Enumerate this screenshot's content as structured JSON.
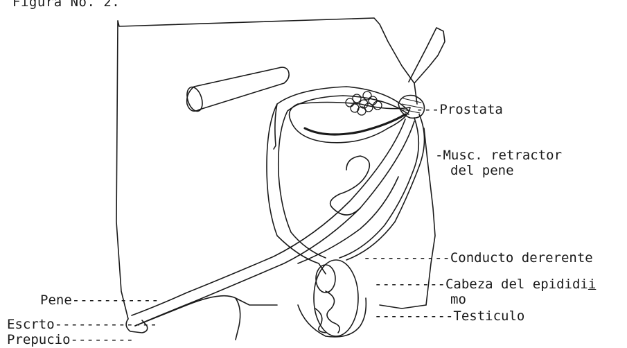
{
  "figure": {
    "caption": "Figura No. 2."
  },
  "labels": {
    "prostata": "---Prostata",
    "musc_retractor_line1": "-Musc. retractor",
    "musc_retractor_line2": "del pene",
    "conducto_dererente": "-----------Conducto dererente",
    "cabeza_epididimo_prefix": "---------Cabeza del epididi",
    "cabeza_epididimo_underlined": "i",
    "cabeza_epididimo_line2": "mo",
    "testiculo": "----------Testiculo",
    "pene": "Pene-----------",
    "escrto": "Escrto-------------",
    "prepucio": "Prepucio--------"
  }
}
